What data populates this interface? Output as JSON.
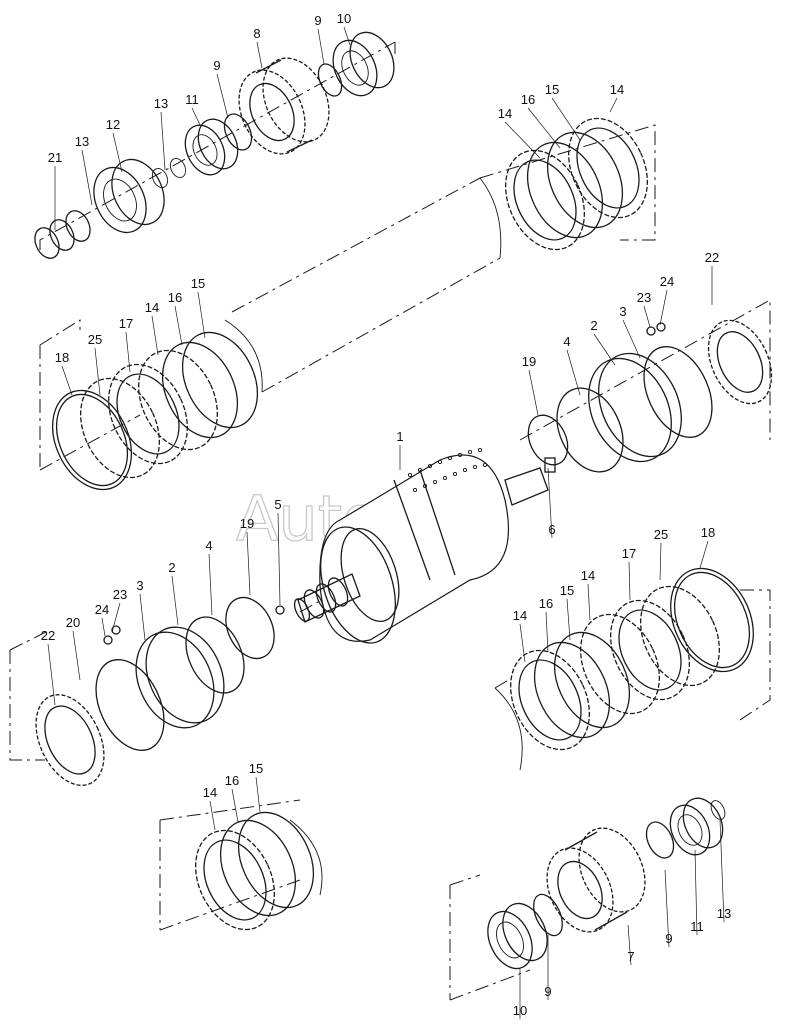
{
  "watermark": "AutoSoft",
  "part_labels": [
    "1",
    "2",
    "3",
    "4",
    "5",
    "6",
    "7",
    "8",
    "9",
    "10",
    "11",
    "12",
    "13",
    "14",
    "15",
    "16",
    "17",
    "18",
    "19",
    "20",
    "21",
    "22",
    "23",
    "24",
    "25"
  ]
}
